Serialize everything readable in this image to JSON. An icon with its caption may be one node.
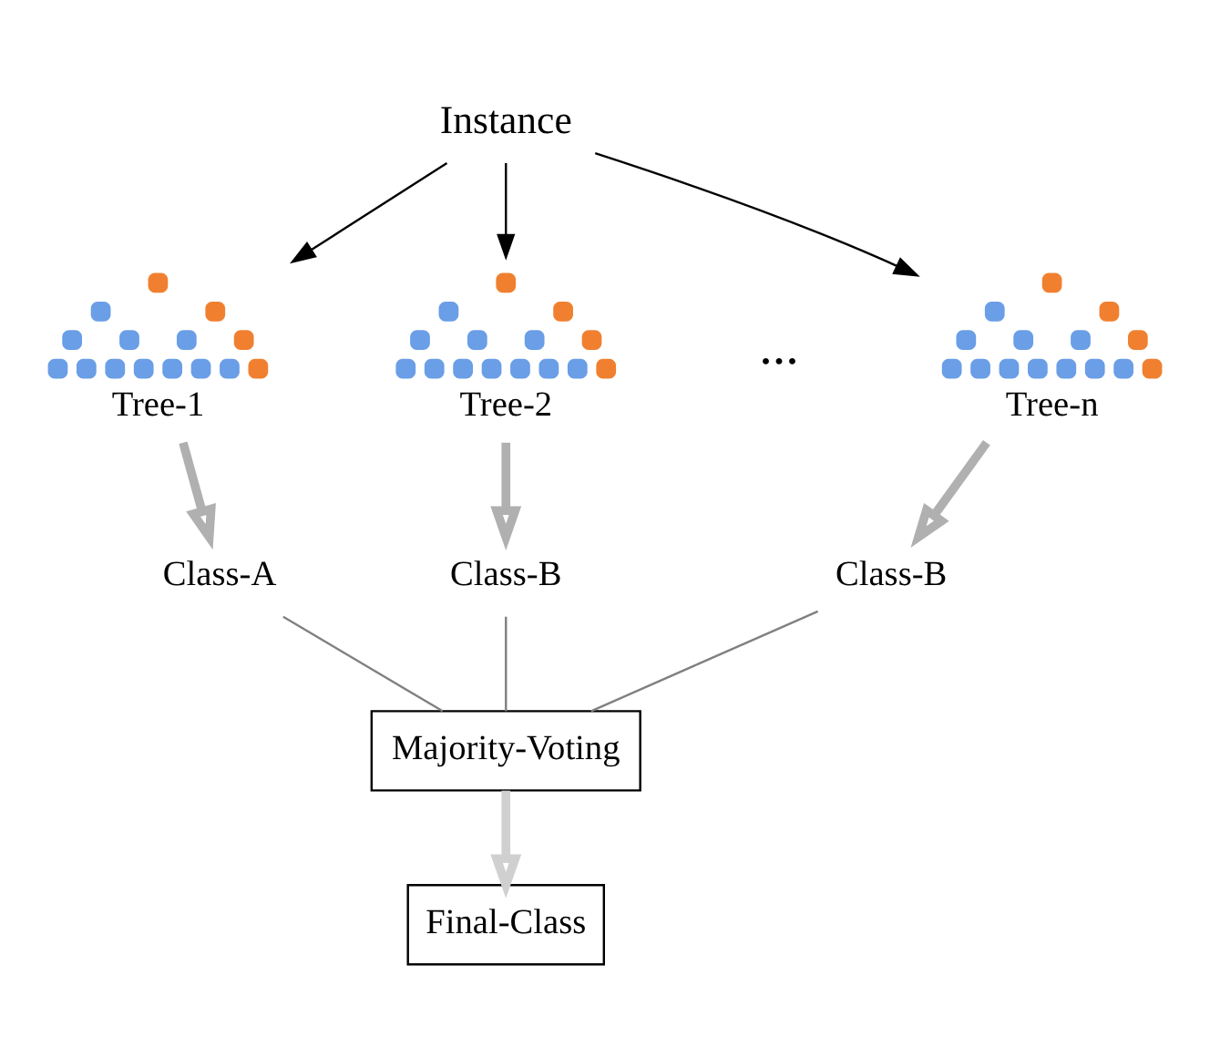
{
  "diagram": {
    "nodes": [
      {
        "text": [
          "Instance"
        ]
      },
      {
        "text": [],
        "shape": "picture",
        "beside": [
          "Tree-1"
        ]
      },
      {
        "text": [],
        "shape": "picture",
        "beside": [
          "Tree-2"
        ]
      },
      {
        "text": [],
        "shape": "picture",
        "beside": [
          "Tree-n"
        ]
      },
      {
        "text": [
          "Class-A"
        ]
      },
      {
        "text": [
          "Class-B"
        ]
      },
      {
        "text": [
          "Class-B"
        ]
      },
      {
        "text": [
          "Majority-Voting"
        ]
      },
      {
        "text": [
          "Final-Class"
        ]
      }
    ],
    "edges": [
      {
        "from": 0,
        "to": 1,
        "arrow": "to"
      },
      {
        "from": 0,
        "to": 2,
        "arrow": "to"
      },
      {
        "from": 0,
        "to": 3,
        "arrow": "to"
      },
      {
        "from": 1,
        "to": 4,
        "arrow": "to",
        "style": "thick",
        "color": "#b0b0b0"
      },
      {
        "from": 2,
        "to": 5,
        "arrow": "to",
        "style": "thick",
        "color": "#b0b0b0"
      },
      {
        "from": 3,
        "to": 6,
        "arrow": "to",
        "style": "thick",
        "color": "#b0b0b0"
      },
      {
        "from": 4,
        "to": 7,
        "arrow": "none",
        "color": "#808080"
      },
      {
        "from": 5,
        "to": 7,
        "arrow": "none",
        "color": "#808080"
      },
      {
        "from": 6,
        "to": 7,
        "arrow": "none",
        "color": "#808080"
      },
      {
        "from": 7,
        "to": 8,
        "arrow": "to",
        "style": "thick",
        "color": "#d0d0d0"
      }
    ],
    "labels": [
      "..."
    ]
  }
}
